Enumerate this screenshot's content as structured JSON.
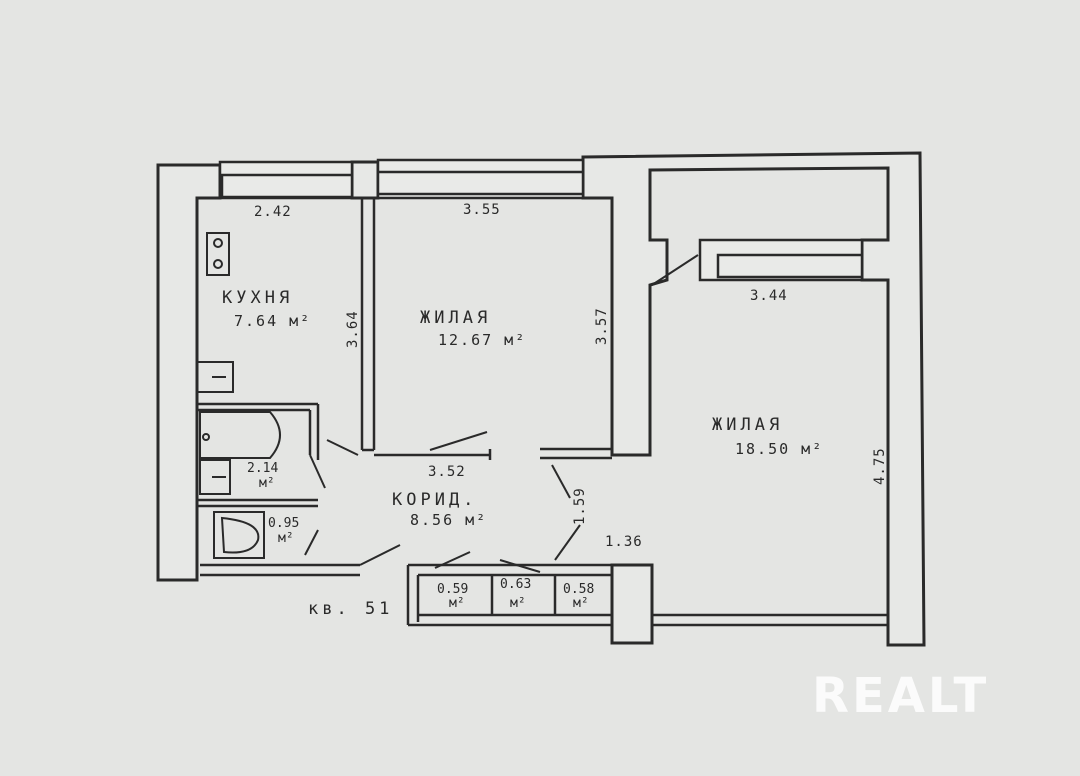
{
  "rooms": {
    "kitchen": {
      "name": "КУХНЯ",
      "area": "7.64 м²"
    },
    "living1": {
      "name": "ЖИЛАЯ",
      "area": "12.67 м²"
    },
    "living2": {
      "name": "ЖИЛАЯ",
      "area": "18.50 м²"
    },
    "corridor": {
      "name": "КОРИД.",
      "area": "8.56 м²"
    },
    "bath": {
      "area": "2.14",
      "unit": "м²"
    },
    "wc": {
      "area": "0.95",
      "unit": "м²"
    },
    "storage1": {
      "area": "0.59",
      "unit": "м²"
    },
    "storage2": {
      "area": "0.63",
      "unit": "м²"
    },
    "storage3": {
      "area": "0.58",
      "unit": "м²"
    }
  },
  "dimensions": {
    "kitchen_width": "2.42",
    "living1_width": "3.55",
    "living2_width": "3.44",
    "kitchen_depth": "3.64",
    "living1_depth": "3.57",
    "living2_depth": "4.75",
    "corridor_width": "3.52",
    "corridor_depth": "1.59",
    "entry_width": "1.36"
  },
  "apartment_label": "кв. 51",
  "watermark": "REALT"
}
